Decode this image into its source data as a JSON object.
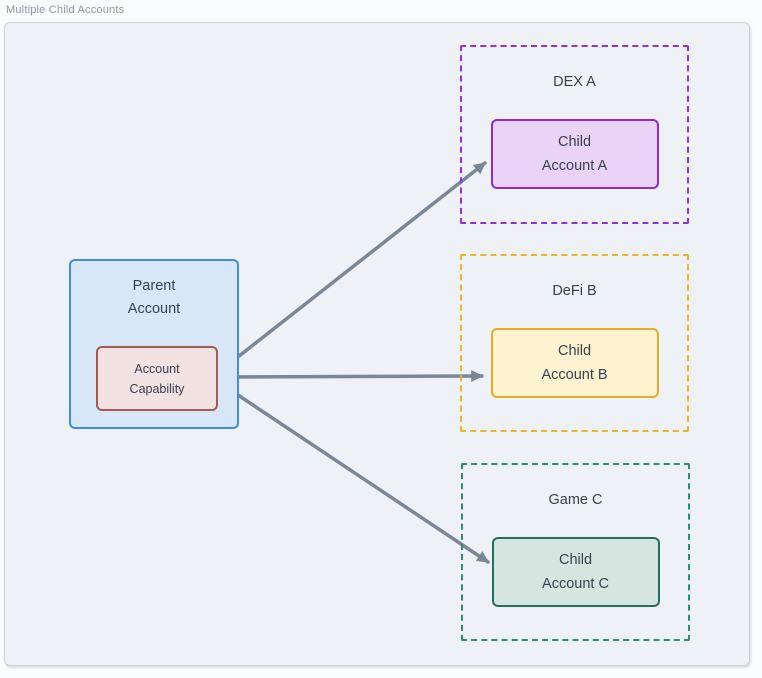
{
  "title": "Multiple Child Accounts",
  "parent": {
    "label_lines": [
      "Parent",
      "Account"
    ],
    "capability_lines": [
      "Account",
      "Capability"
    ]
  },
  "groups": [
    {
      "name": "DEX A",
      "child_lines": [
        "Child",
        "Account A"
      ],
      "colors": {
        "frame": "#9430db",
        "child_border": "#8d2bd8",
        "child_fill": "#e9d4f8"
      }
    },
    {
      "name": "DeFi B",
      "child_lines": [
        "Child",
        "Account B"
      ],
      "colors": {
        "frame": "#eeb42e",
        "child_border": "#e3ad2a",
        "child_fill": "#fdf3d1"
      }
    },
    {
      "name": "Game C",
      "child_lines": [
        "Child",
        "Account C"
      ],
      "colors": {
        "frame": "#2d8d72",
        "child_border": "#21715d",
        "child_fill": "#d6e5e0"
      }
    }
  ],
  "colors": {
    "arrow": "#7b8795",
    "canvas_bg": "#eef1f5",
    "canvas_border": "#c9d1da",
    "parent_fill": "#d7e7f8",
    "parent_border": "#3f8ee3",
    "capability_fill": "#f2e2e2",
    "capability_border": "#a35a56",
    "text": "#394150",
    "title_text": "#8e97a3"
  }
}
